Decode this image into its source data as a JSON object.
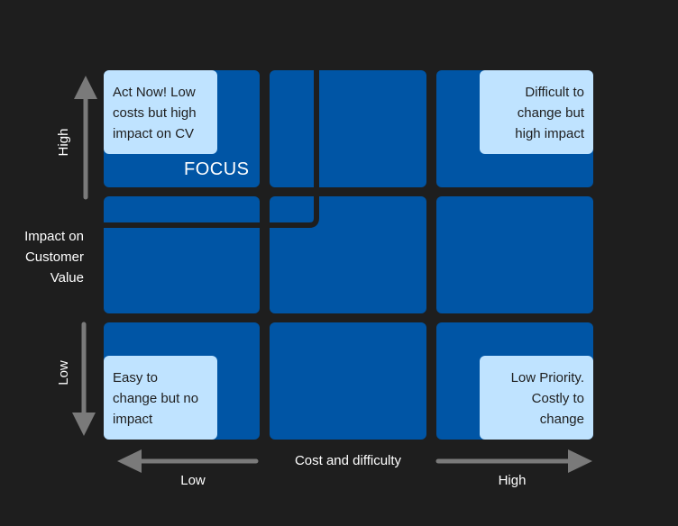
{
  "matrix": {
    "focus_label": "FOCUS",
    "notes": {
      "top_left": "Act Now! Low\ncosts but high\nimpact on CV",
      "top_right": "Difficult to\nchange but\nhigh impact",
      "bottom_left": "Easy to\nchange but no\nimpact",
      "bottom_right": "Low Priority.\nCostly to\nchange"
    }
  },
  "y_axis": {
    "title": "Impact on\nCustomer\nValue",
    "high_label": "High",
    "low_label": "Low"
  },
  "x_axis": {
    "title": "Cost and difficulty",
    "low_label": "Low",
    "high_label": "High"
  },
  "colors": {
    "background": "#1e1e1e",
    "cell": "#0055a5",
    "note": "#bfe3ff",
    "arrow": "#7a7a7a"
  }
}
